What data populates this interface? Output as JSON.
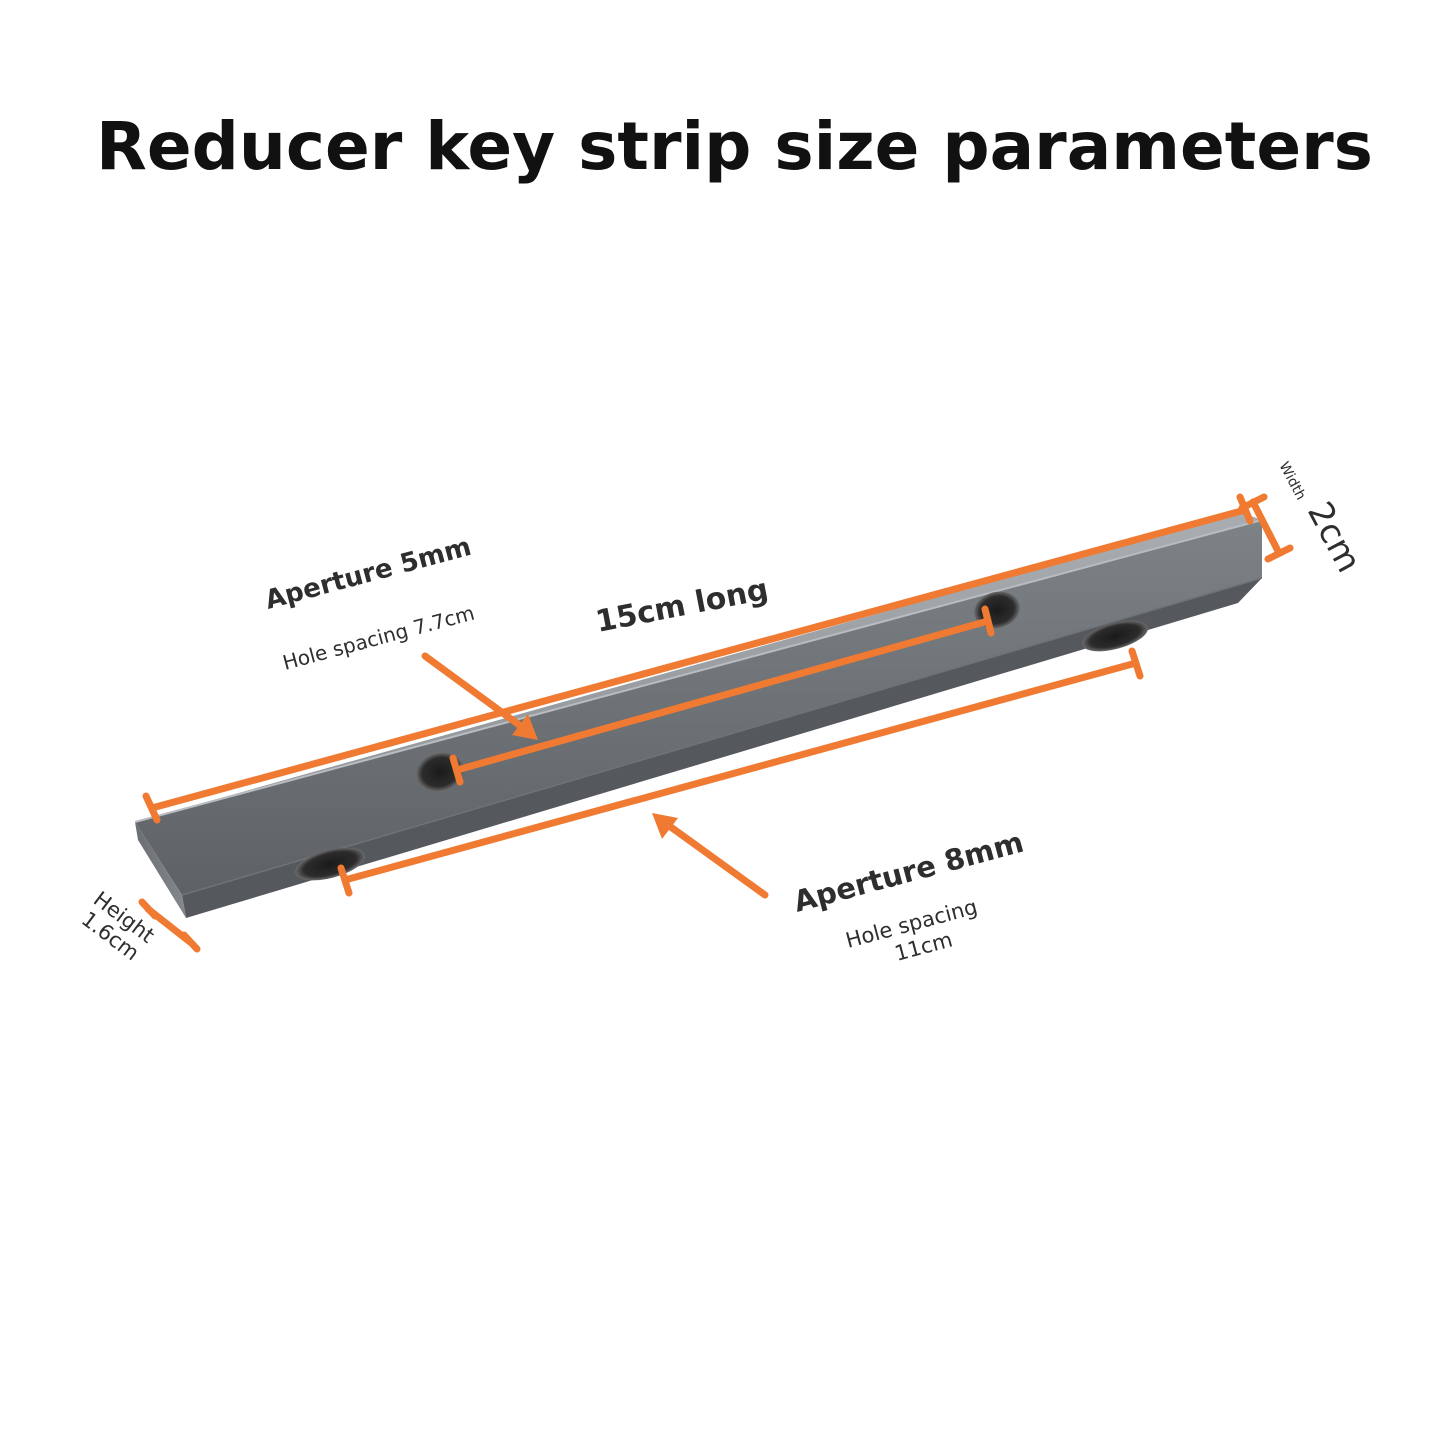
{
  "title": "Reducer key strip size parameters",
  "colors": {
    "dimension": "#f07a32",
    "steel_light": "#9a9ea2",
    "steel_dark": "#5c6064",
    "text": "#2e2e2e"
  },
  "annotations": {
    "length": "15cm long",
    "top_aperture": "Aperture 5mm",
    "top_hole_spacing": "Hole spacing 7.7cm",
    "side_aperture": "Aperture 8mm",
    "side_hole_spacing_line1": "Hole spacing",
    "side_hole_spacing_line2": "11cm",
    "width_label": "Width",
    "width_value": "2cm",
    "height_label": "Height",
    "height_value": "1.6cm"
  }
}
